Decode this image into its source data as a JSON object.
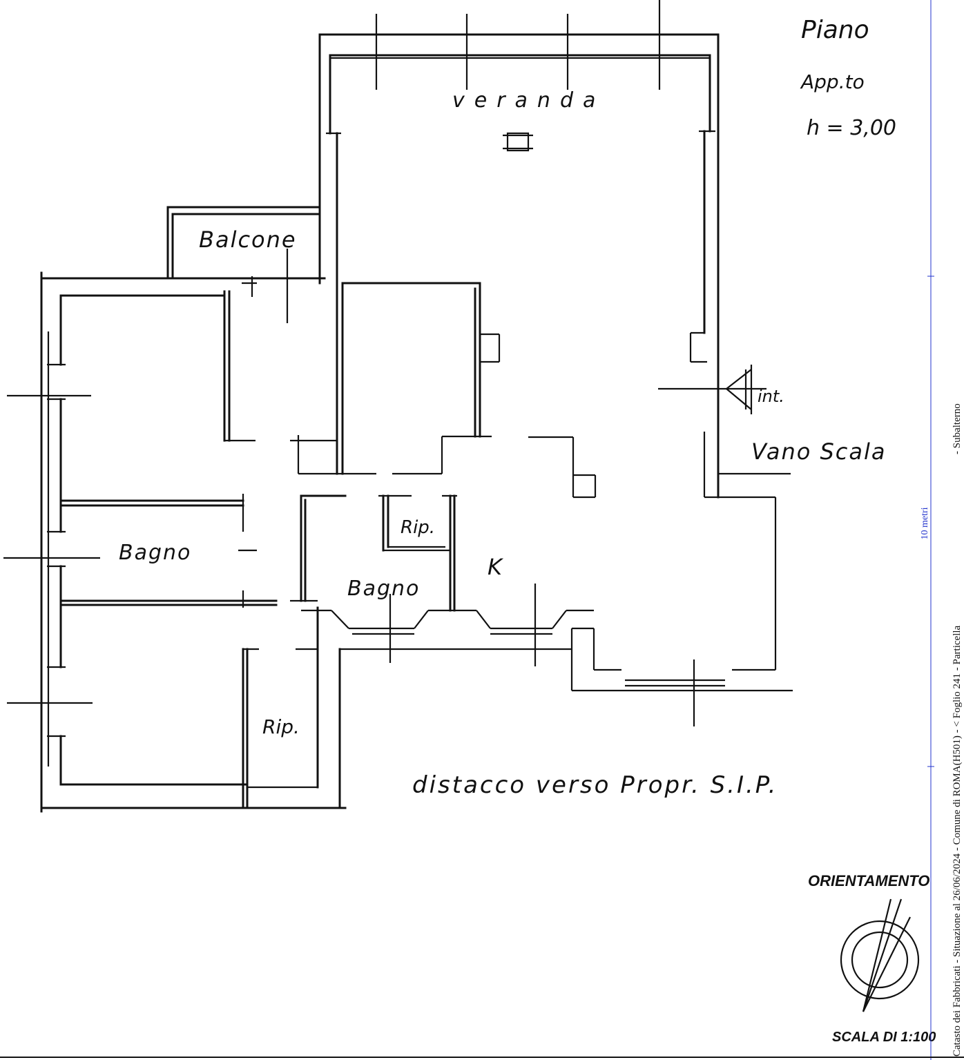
{
  "plan": {
    "header": {
      "line1": "Piano",
      "line2": "App.to",
      "line3": "h = 3,00"
    },
    "rooms": {
      "veranda": "veranda",
      "balcone": "Balcone",
      "bagno_left": "Bagno",
      "bagno_center": "Bagno",
      "rip_small": "Rip.",
      "rip_lower": "Rip.",
      "kitchen": "K",
      "int": "int.",
      "vano_scala": "Vano Scala"
    },
    "note": "distacco verso Propr. S.I.P.",
    "orientation_label": "ORIENTAMENTO",
    "scale_label": "SCALA DI 1:100",
    "scale_bar_label": "10 metri",
    "margin_text": "Catasto dei Fabbricati - Situazione al 26/06/2024 - Comune di ROMA(H501) - < Foglio 241 - Particella",
    "margin_suffix": "- Subalterno",
    "colors": {
      "ink": "#111111",
      "scale_bar": "#2233cc",
      "paper": "#ffffff"
    }
  }
}
